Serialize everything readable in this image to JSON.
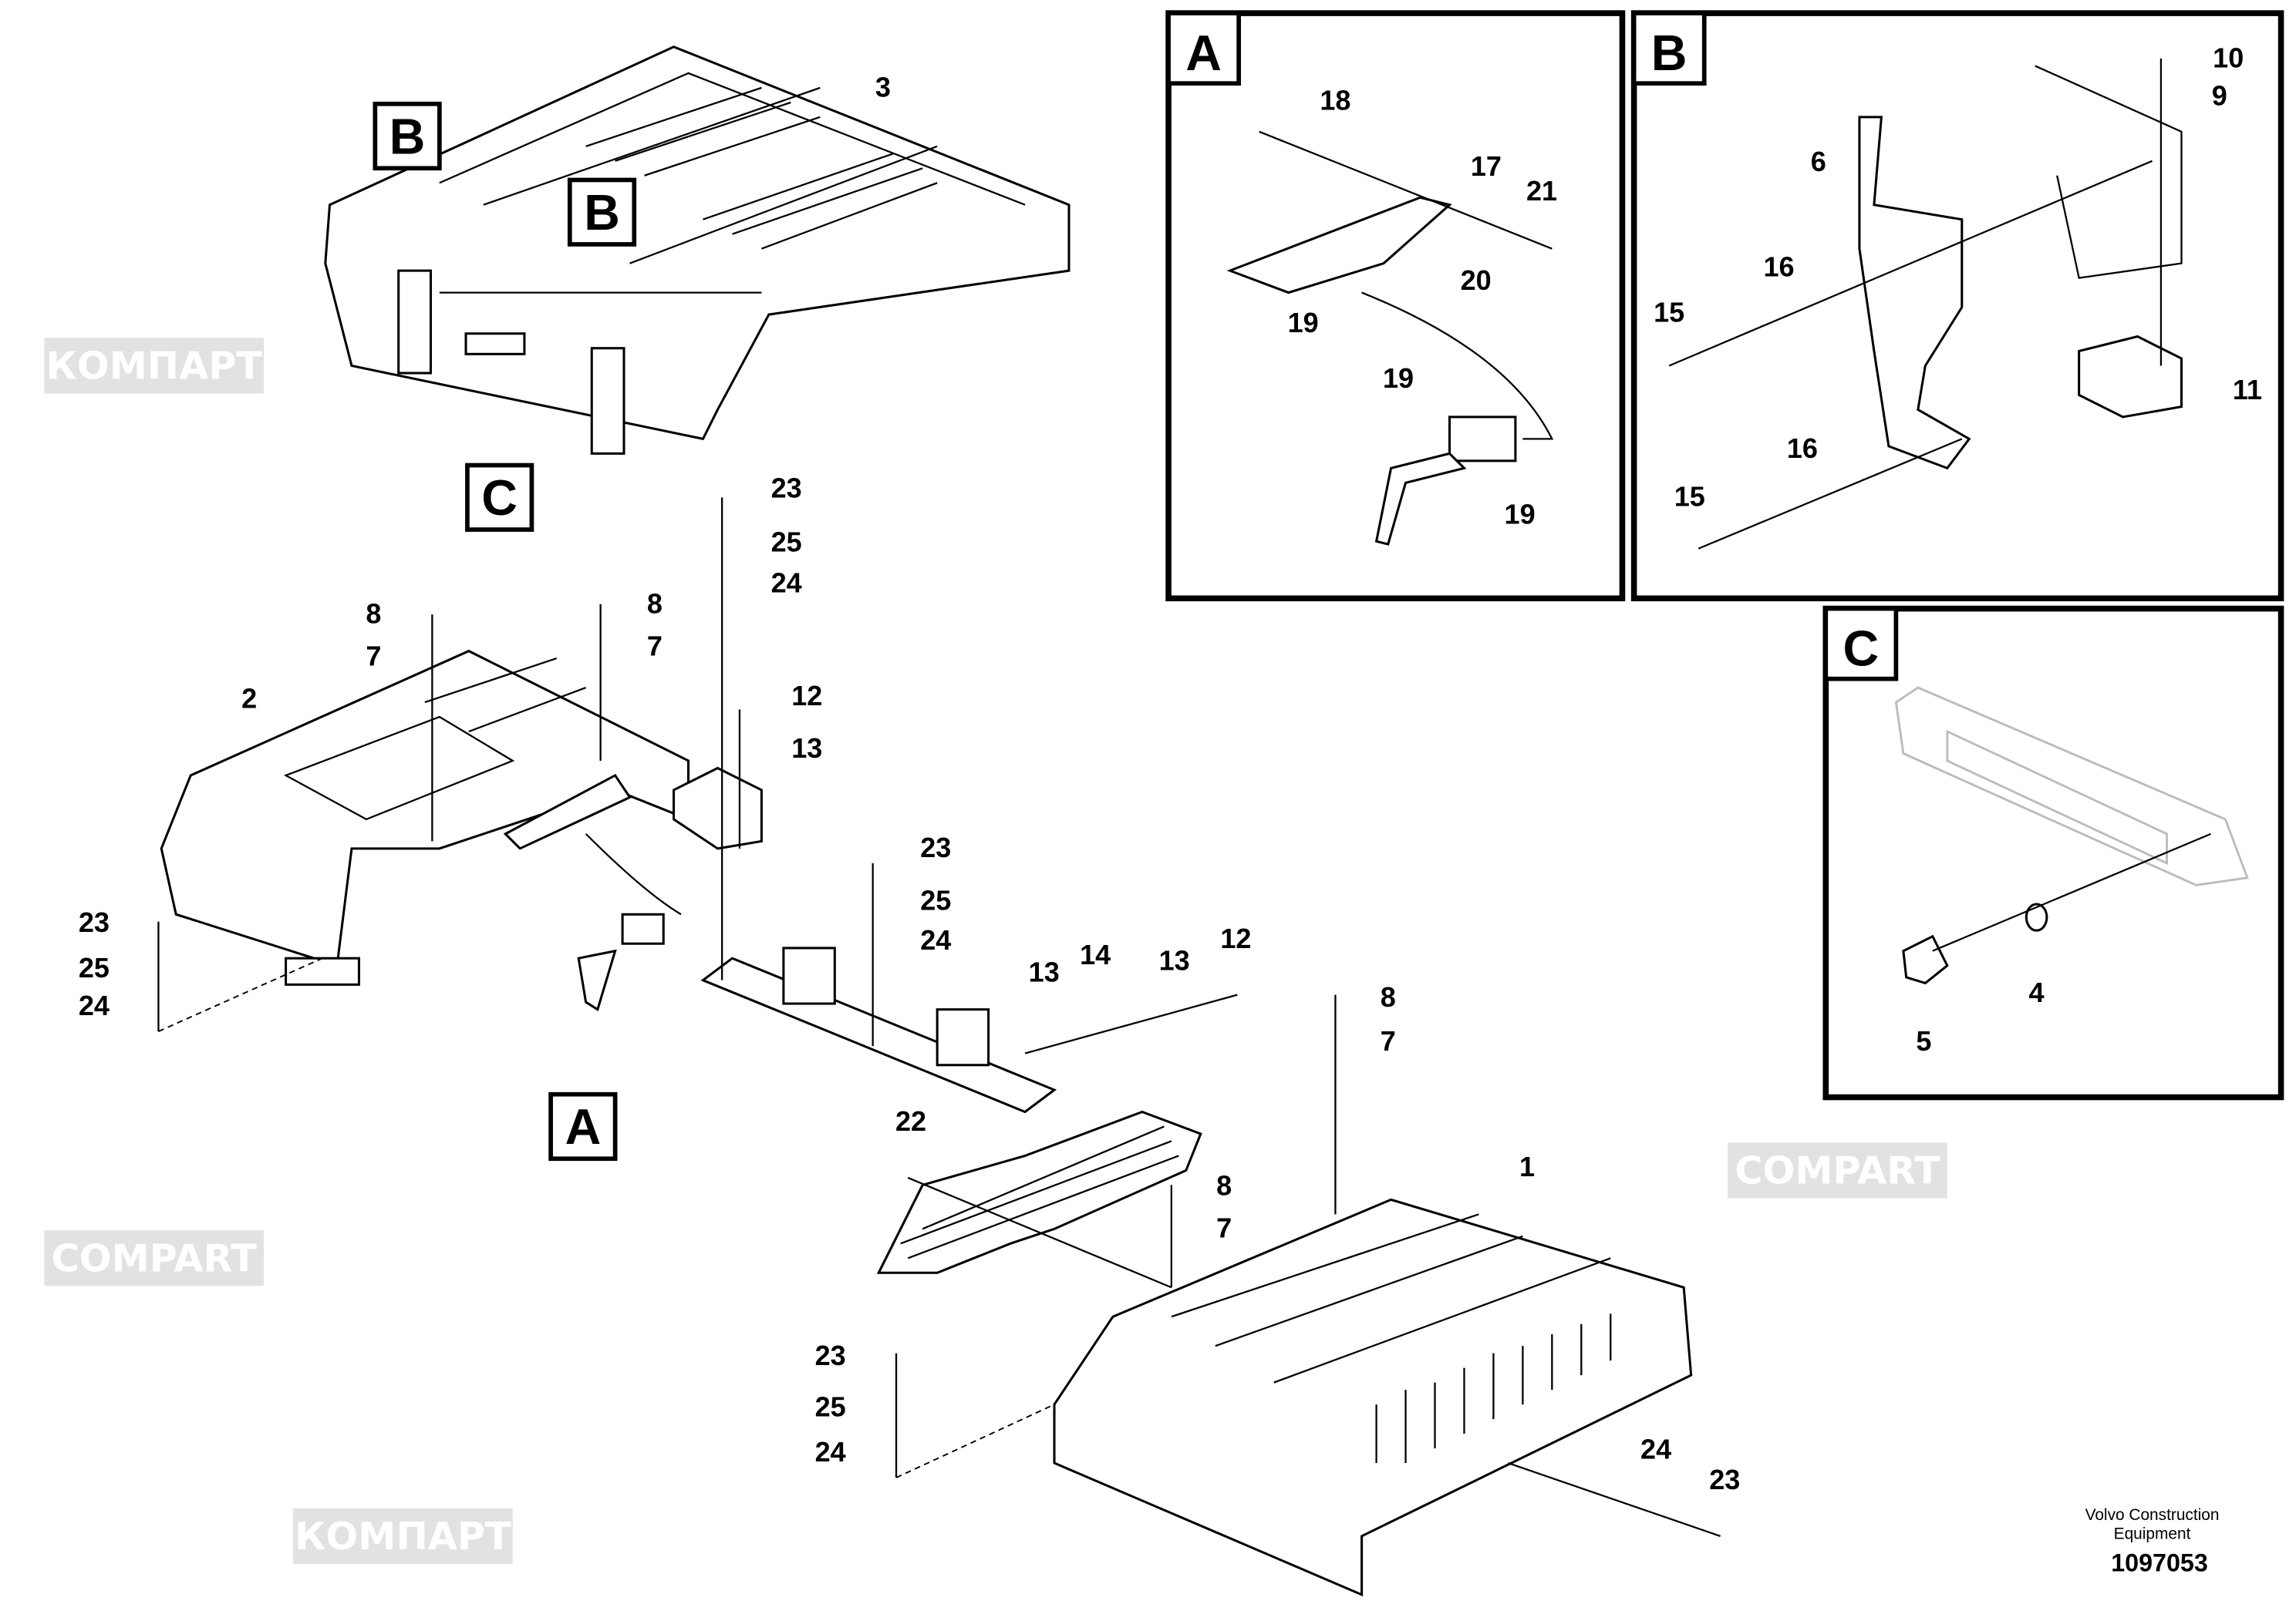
{
  "diagram": {
    "watermarks": [
      "КОМПАРТ",
      "COMPART"
    ],
    "callouts": [
      "3",
      "B",
      "B",
      "C",
      "23",
      "25",
      "24",
      "8",
      "7",
      "8",
      "7",
      "2",
      "12",
      "13",
      "23",
      "25",
      "24",
      "23",
      "25",
      "24",
      "14",
      "13",
      "13",
      "12",
      "8",
      "7",
      "A",
      "22",
      "8",
      "7",
      "1",
      "23",
      "25",
      "24",
      "24",
      "23"
    ],
    "inset_a": {
      "title": "A",
      "callouts": [
        "18",
        "17",
        "21",
        "20",
        "19",
        "19",
        "19"
      ]
    },
    "inset_b": {
      "title": "B",
      "callouts": [
        "10",
        "9",
        "6",
        "16",
        "15",
        "11",
        "16",
        "15"
      ]
    },
    "inset_c": {
      "title": "C",
      "callouts": [
        "4",
        "5"
      ]
    },
    "footer": {
      "company_line1": "Volvo Construction",
      "company_line2": "Equipment",
      "drawing_number": "1097053"
    }
  }
}
